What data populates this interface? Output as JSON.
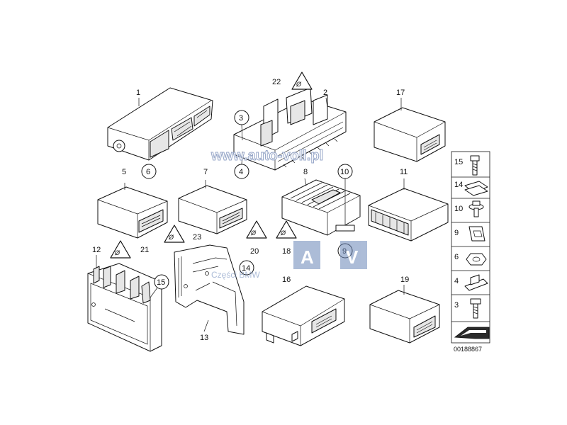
{
  "diagram": {
    "catalog_number": "00188867",
    "watermark_url": "www.auto-voll.pl",
    "watermark_logo": {
      "letters": [
        "A",
        "V"
      ],
      "tagline": "Części BMW"
    },
    "part_labels": {
      "p1": "1",
      "p2": "2",
      "p3": "3",
      "p4": "4",
      "p5": "5",
      "p6": "6",
      "p7": "7",
      "p8": "8",
      "p9": "9",
      "p10": "10",
      "p11": "11",
      "p12": "12",
      "p13": "13",
      "p14": "14",
      "p15": "15",
      "p16": "16",
      "p17": "17",
      "p18": "18",
      "p19": "19",
      "p20": "20",
      "p21": "21",
      "p22": "22",
      "p23": "23"
    },
    "fastener_legend": [
      {
        "number": "15"
      },
      {
        "number": "14"
      },
      {
        "number": "10"
      },
      {
        "number": "9"
      },
      {
        "number": "6"
      },
      {
        "number": "4"
      },
      {
        "number": "3"
      }
    ]
  }
}
